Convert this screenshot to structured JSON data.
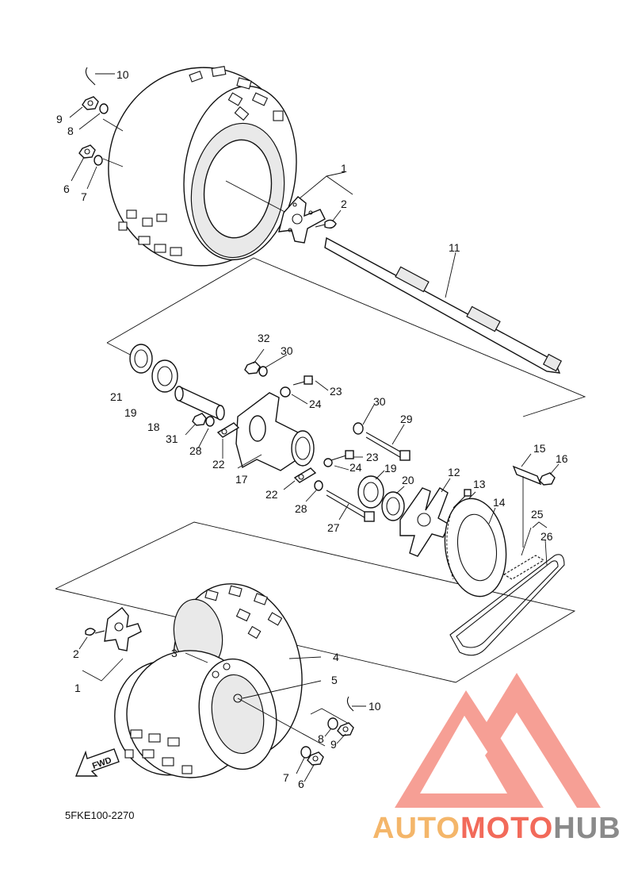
{
  "diagram": {
    "code": "5FKE100-2270",
    "fwd_label": "FWD",
    "callouts": [
      {
        "id": "c10a",
        "text": "10"
      },
      {
        "id": "c9a",
        "text": "9"
      },
      {
        "id": "c8a",
        "text": "8"
      },
      {
        "id": "c6a",
        "text": "6"
      },
      {
        "id": "c7a",
        "text": "7"
      },
      {
        "id": "c1a",
        "text": "1"
      },
      {
        "id": "c2a",
        "text": "2"
      },
      {
        "id": "c11",
        "text": "11"
      },
      {
        "id": "c32",
        "text": "32"
      },
      {
        "id": "c30a",
        "text": "30"
      },
      {
        "id": "c21",
        "text": "21"
      },
      {
        "id": "c19a",
        "text": "19"
      },
      {
        "id": "c23a",
        "text": "23"
      },
      {
        "id": "c24a",
        "text": "24"
      },
      {
        "id": "c18",
        "text": "18"
      },
      {
        "id": "c31",
        "text": "31"
      },
      {
        "id": "c28a",
        "text": "28"
      },
      {
        "id": "c22a",
        "text": "22"
      },
      {
        "id": "c17",
        "text": "17"
      },
      {
        "id": "c30b",
        "text": "30"
      },
      {
        "id": "c29",
        "text": "29"
      },
      {
        "id": "c23b",
        "text": "23"
      },
      {
        "id": "c24b",
        "text": "24"
      },
      {
        "id": "c19b",
        "text": "19"
      },
      {
        "id": "c20",
        "text": "20"
      },
      {
        "id": "c22b",
        "text": "22"
      },
      {
        "id": "c28b",
        "text": "28"
      },
      {
        "id": "c27",
        "text": "27"
      },
      {
        "id": "c12",
        "text": "12"
      },
      {
        "id": "c13",
        "text": "13"
      },
      {
        "id": "c14",
        "text": "14"
      },
      {
        "id": "c15",
        "text": "15"
      },
      {
        "id": "c16",
        "text": "16"
      },
      {
        "id": "c25",
        "text": "25"
      },
      {
        "id": "c26",
        "text": "26"
      },
      {
        "id": "c3",
        "text": "3"
      },
      {
        "id": "c4",
        "text": "4"
      },
      {
        "id": "c5",
        "text": "5"
      },
      {
        "id": "c2b",
        "text": "2"
      },
      {
        "id": "c1b",
        "text": "1"
      },
      {
        "id": "c10b",
        "text": "10"
      },
      {
        "id": "c8b",
        "text": "8"
      },
      {
        "id": "c9b",
        "text": "9"
      },
      {
        "id": "c7b",
        "text": "7"
      },
      {
        "id": "c6b",
        "text": "6"
      }
    ]
  },
  "watermark": {
    "word_part1": "AUTO",
    "word_part2": "MOTO",
    "word_part3": "HUB",
    "color_auto": "#f4b66a",
    "color_moto": "#f26a5a",
    "color_hub": "#8a8a8a",
    "logo_color": "#f26a5a"
  }
}
